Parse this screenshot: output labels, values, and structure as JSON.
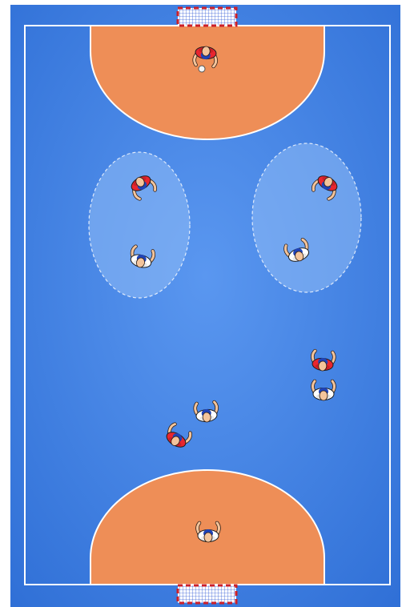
{
  "court": {
    "floor_color": "#3f83e9",
    "floor_edge_color": "#2f6fd6",
    "goal_area_color": "#ee8e57",
    "line_color": "#ffffff",
    "zone_fill_color": "#8fbcf6"
  },
  "teams": {
    "red": {
      "jersey": "#e8262f",
      "jersey_dark": "#b81b22",
      "hair": "#1f43b8"
    },
    "white": {
      "jersey": "#ffffff",
      "jersey_dark": "#d9d9d9",
      "hair": "#1f43b8"
    }
  },
  "goals": [
    {
      "id": "top-goal",
      "net_color": "#ffffff",
      "post_color": "#cc2029"
    },
    {
      "id": "bottom-goal",
      "net_color": "#ffffff",
      "post_color": "#cc2029"
    }
  ],
  "zones": [
    {
      "id": "left-zone"
    },
    {
      "id": "right-zone"
    }
  ],
  "players": [
    {
      "id": "red-goalkeeper",
      "team": "red",
      "role": "goalkeeper",
      "facing": "down",
      "has_ball": true
    },
    {
      "id": "red-player-left-zone",
      "team": "red",
      "role": "field",
      "facing": "down-right"
    },
    {
      "id": "white-player-left-zone",
      "team": "white",
      "role": "field",
      "facing": "up-right"
    },
    {
      "id": "red-player-right-zone",
      "team": "red",
      "role": "field",
      "facing": "down-left"
    },
    {
      "id": "white-player-right-zone",
      "team": "white",
      "role": "field",
      "facing": "up-left"
    },
    {
      "id": "red-player-right-mid",
      "team": "red",
      "role": "field",
      "facing": "up"
    },
    {
      "id": "white-player-right-mid",
      "team": "white",
      "role": "field",
      "facing": "up"
    },
    {
      "id": "white-player-center",
      "team": "white",
      "role": "field",
      "facing": "up-left"
    },
    {
      "id": "red-player-bottom-left",
      "team": "red",
      "role": "field",
      "facing": "up-right"
    },
    {
      "id": "white-goalkeeper",
      "team": "white",
      "role": "goalkeeper",
      "facing": "up"
    }
  ],
  "ball": {
    "color": "#f4f4f4",
    "holder": "red-goalkeeper"
  }
}
